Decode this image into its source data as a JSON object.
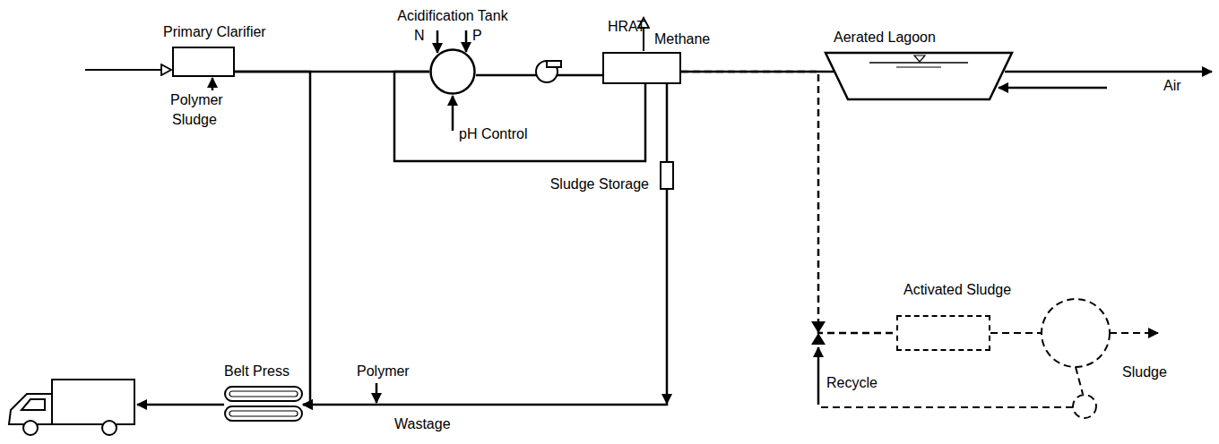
{
  "diagram": {
    "nodes": [
      {
        "text": [
          "Primary Clarifier"
        ]
      },
      {
        "text": [
          "Acidification Tank"
        ]
      },
      {
        "text": [
          "HRAT"
        ]
      },
      {
        "text": [
          "Aerated Lagoon"
        ]
      },
      {
        "text": [
          "Sludge Storage"
        ]
      },
      {
        "text": [
          "Activated Sludge"
        ]
      },
      {
        "text": [
          "Belt Press"
        ]
      }
    ],
    "edges": [
      {
        "from": 0,
        "to": 1,
        "arrow": "none"
      },
      {
        "from": 1,
        "to": 2,
        "arrow": "none"
      },
      {
        "from": 2,
        "to": 1,
        "arrow": "none"
      },
      {
        "from": 2,
        "to": 3,
        "arrow": "none"
      },
      {
        "from": 2,
        "to": 4,
        "arrow": "none"
      },
      {
        "from": 2,
        "to": 5,
        "arrow": "none"
      },
      {
        "from": 0,
        "to": 6,
        "arrow": "to"
      },
      {
        "from": 4,
        "to": 6,
        "arrow": "to"
      }
    ],
    "labels": [
      "N",
      "P",
      "Methane",
      "Polymer",
      "Sludge",
      "pH Control",
      "Polymer",
      "Wastage",
      "Recycle",
      "Sludge",
      "Air"
    ]
  }
}
